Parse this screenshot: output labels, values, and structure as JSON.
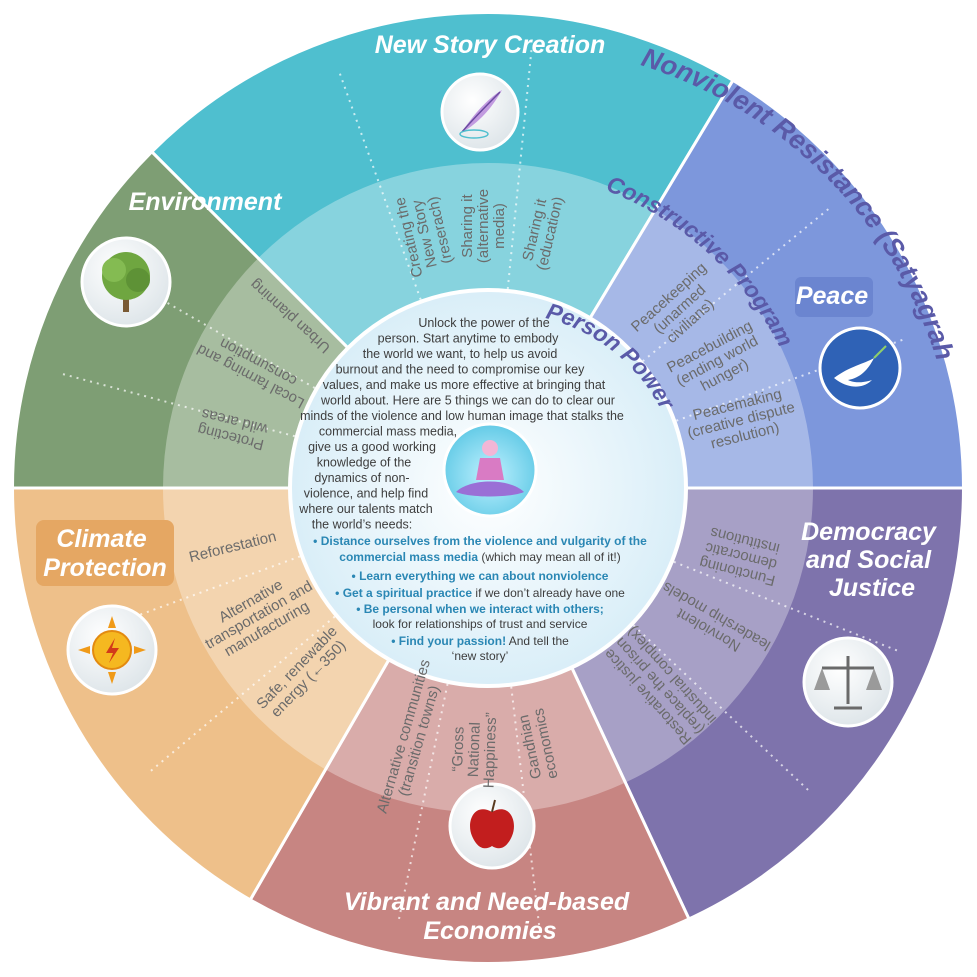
{
  "colors": {
    "new_story": "#4fbfcf",
    "nonviolent": "#7d97dc",
    "democracy": "#7e73ac",
    "economies": "#c78582",
    "climate": "#eec08a",
    "environment": "#7e9e74",
    "center": "#e6f4fb"
  },
  "segments": {
    "new_story": {
      "title": "New Story Creation",
      "icon": "feather-quill-icon",
      "items": [
        [
          "Creating the",
          "New Story",
          "(reserach)"
        ],
        [
          "Sharing it",
          "(alternative",
          "media)"
        ],
        [
          "Sharing it",
          "(education)"
        ]
      ]
    },
    "nonviolent": {
      "title": "Nonviolent Resistance (Satyagraha)",
      "inner_title": "Constructive Program",
      "sub_title": "Peace",
      "icon": "dove-icon",
      "items": [
        [
          "Peacekeeping",
          "(unarmed",
          "civilians)"
        ],
        [
          "Peacebuilding",
          "(ending world",
          "hunger)"
        ],
        [
          "Peacemaking",
          "(creative dispute",
          "resolution)"
        ]
      ]
    },
    "democracy": {
      "title_lines": [
        "Democracy",
        "and Social",
        "Justice"
      ],
      "icon": "scales-of-justice-icon",
      "items": [
        [
          "Functioning",
          "democratic",
          "institutions"
        ],
        [
          "Nonviolent",
          "leadership models"
        ],
        [
          "Restorative justice",
          "(replace the prison",
          "industrial complex)"
        ]
      ]
    },
    "economies": {
      "title_lines": [
        "Vibrant and Need-based",
        "Economies"
      ],
      "icon": "apple-icon",
      "items": [
        [
          "Gandhian",
          "economics"
        ],
        [
          "“Gross",
          "National",
          "Happiness”"
        ],
        [
          "Alternative communities",
          "(transition towns)"
        ]
      ]
    },
    "climate": {
      "title_lines": [
        "Climate",
        "Protection"
      ],
      "icon": "sun-icon",
      "items": [
        [
          "Reforestation"
        ],
        [
          "Alternative",
          "transportation and",
          "manufacturing"
        ],
        [
          "Safe, renewable",
          "energy (←350)"
        ]
      ]
    },
    "environment": {
      "title": "Environment",
      "icon": "tree-icon",
      "items": [
        [
          "Urban planning"
        ],
        [
          "Local farming and",
          "consumption"
        ],
        [
          "Protecting",
          "wild areas"
        ]
      ]
    }
  },
  "center": {
    "title": "Person Power",
    "icon": "meditation-icon",
    "paragraph": [
      "Unlock the power of the",
      "person. Start anytime to embody",
      "the world we want, to help us avoid",
      "burnout and the need to compromise our key",
      "values, and make us more effective at bringing that",
      "world about. Here are 5 things we can do to clear our",
      "minds of the violence and low human image that stalks the",
      "commercial mass media,",
      "give us a good working",
      "knowledge of the",
      "dynamics of non-",
      "violence, and help find",
      "where our talents match",
      "the world’s needs:"
    ],
    "bullets": [
      {
        "bold": "• Distance ourselves from the violence and vulgarity of the",
        "rest": ""
      },
      {
        "bold": "commercial mass media",
        "rest": " (which may mean all of it!)"
      },
      {
        "bold": "• Learn everything we can about nonviolence",
        "rest": ""
      },
      {
        "bold": "• Get a spiritual practice",
        "rest": " if we don’t already have one"
      },
      {
        "bold": "• Be personal when we interact with others;",
        "rest": ""
      },
      {
        "bold": "",
        "rest": "look for relationships of trust and service"
      },
      {
        "bold": "• Find your passion!",
        "rest": " And tell the"
      },
      {
        "bold": "",
        "rest": "‘new story’"
      }
    ]
  }
}
